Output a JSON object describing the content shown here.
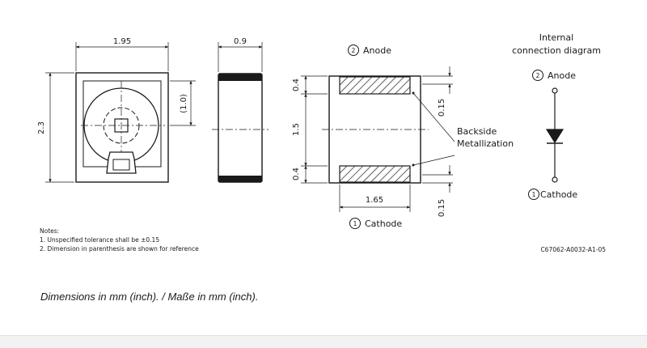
{
  "dimensions": {
    "width_top": "1.95",
    "height_left": "2.3",
    "inner_ref": "(1.0)",
    "side_width": "0.9",
    "pad_top": "0.4",
    "middle": "1.5",
    "pad_bottom": "0.4",
    "pad_length": "1.65",
    "metal_top": "0.15",
    "metal_bottom": "0.15"
  },
  "labels": {
    "anode_pad": "Anode",
    "cathode_pad": "Cathode",
    "anode_pad_num": "2",
    "cathode_pad_num": "1",
    "backside_line1": "Backside",
    "backside_line2": "Metallization",
    "internal_line1": "Internal",
    "internal_line2": "connection diagram",
    "circuit_anode": "Anode",
    "circuit_cathode": "Cathode",
    "circuit_anode_num": "2",
    "circuit_cathode_num": "1"
  },
  "notes": {
    "heading": "Notes:",
    "line1": "1. Unspecified tolerance shall be ±0.15",
    "line2": "2. Dimension in parenthesis are shown for reference"
  },
  "part_number": "C67062-A0032-A1-05",
  "caption": "Dimensions in mm (inch).  /  Maße in mm (inch)."
}
